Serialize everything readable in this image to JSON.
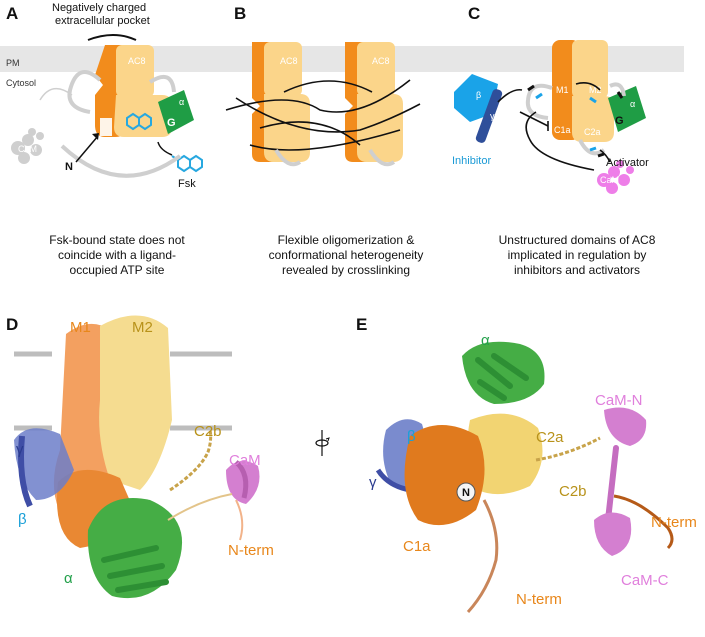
{
  "panels": {
    "A": {
      "letter": "A",
      "top_label_line1": "Negatively charged",
      "top_label_line2": "extracellular pocket",
      "pm": "PM",
      "cytosol": "Cytosol",
      "ac8": "AC8",
      "g": "G",
      "alpha": "α",
      "n": "N",
      "fsk": "Fsk",
      "cam": "CaM",
      "caption": [
        "Fsk-bound state does not",
        "coincide with a ligand-",
        "occupied ATP site"
      ]
    },
    "B": {
      "letter": "B",
      "ac8_left": "AC8",
      "ac8_right": "AC8",
      "caption": [
        "Flexible oligomerization &",
        "conformational heterogeneity",
        "revealed by crosslinking"
      ]
    },
    "C": {
      "letter": "C",
      "m1": "M1",
      "m2": "M2",
      "c1a": "C1a",
      "c2a": "C2a",
      "beta": "β",
      "gamma": "γ",
      "g": "G",
      "alpha": "α",
      "cam": "CaM",
      "inhibitor": "Inhibitor",
      "activator": "Activator",
      "caption": [
        "Unstructured domains of AC8",
        "implicated in regulation by",
        "inhibitors and activators"
      ]
    },
    "D": {
      "letter": "D",
      "m1": "M1",
      "m2": "M2",
      "gamma": "γ",
      "beta": "β",
      "alpha": "α",
      "c2b": "C2b",
      "cam": "CaM",
      "nterm": "N-term"
    },
    "E": {
      "letter": "E",
      "alpha": "α",
      "beta": "β",
      "gamma": "γ",
      "c2a": "C2a",
      "c2b": "C2b",
      "c1a": "C1a",
      "n": "N",
      "cam_n": "CaM-N",
      "cam_c": "CaM-C",
      "nterm_right": "N-term",
      "nterm_bottom": "N-term"
    }
  },
  "colors": {
    "ac8_dark": "#f28c1c",
    "ac8_light": "#fbd58a",
    "membrane": "#e6e6e6",
    "g_protein": "#1f9d45",
    "fsk": "#27a8e0",
    "inhibitor_beta": "#1aa3e8",
    "inhibitor_gamma": "#2f4f9a",
    "cam": "#ee7ee8",
    "cam_grey": "#c8c8c8",
    "label_c_text": "#1a9ad6",
    "label_orange": "#e8871b",
    "label_green": "#22a04a",
    "label_blue": "#2a3b8f",
    "label_cyan": "#1ba0d8",
    "label_pink": "#e07fdc",
    "label_gold": "#b8921a"
  }
}
